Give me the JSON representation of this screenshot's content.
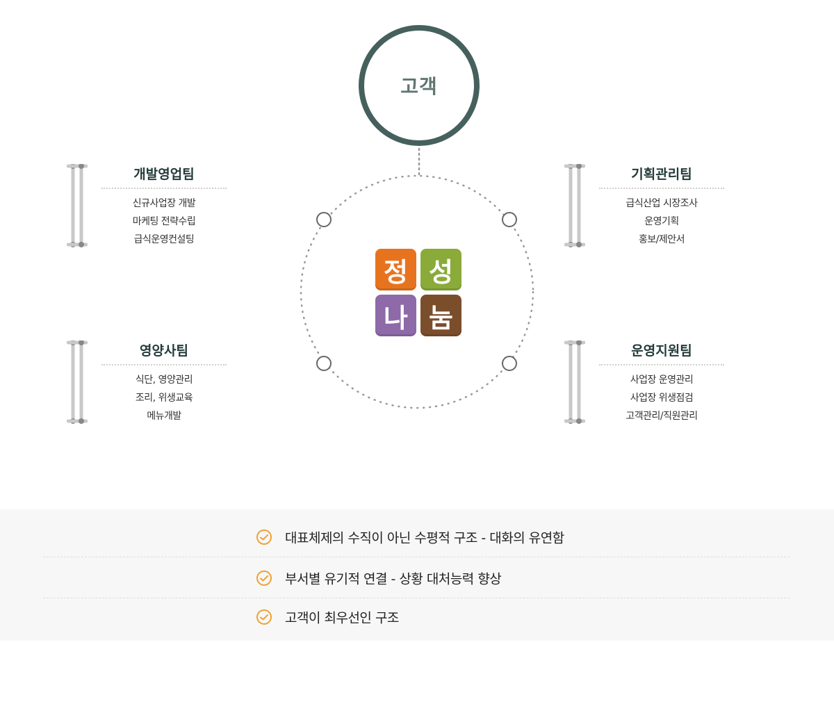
{
  "customer": {
    "label": "고객"
  },
  "logo": {
    "tiles": [
      "정",
      "성",
      "나",
      "눔"
    ]
  },
  "teams": [
    {
      "title": "개발영업팀",
      "duties": [
        "신규사업장 개발",
        "마케팅 전략수립",
        "급식운영컨설팅"
      ]
    },
    {
      "title": "기획관리팀",
      "duties": [
        "급식산업 시장조사",
        "운영기획",
        "홍보/제안서"
      ]
    },
    {
      "title": "영양사팀",
      "duties": [
        "식단, 영양관리",
        "조리, 위생교육",
        "메뉴개발"
      ]
    },
    {
      "title": "운영지원팀",
      "duties": [
        "사업장 운영관리",
        "사업장 위생점검",
        "고객관리/직원관리"
      ]
    }
  ],
  "principles": [
    "대표체제의 수직이 아닌 수평적 구조  -  대화의 유연함",
    "부서별 유기적 연결 - 상황 대처능력 향상",
    "고객이 최우선인 구조"
  ],
  "colors": {
    "customer_ring": "#46605d",
    "team_title": "#233b39",
    "check": "#f0a030",
    "logo_orange": "#e8731f",
    "logo_green": "#8aab3a",
    "logo_purple": "#8e6aa9",
    "logo_brown": "#7b4e2b"
  }
}
